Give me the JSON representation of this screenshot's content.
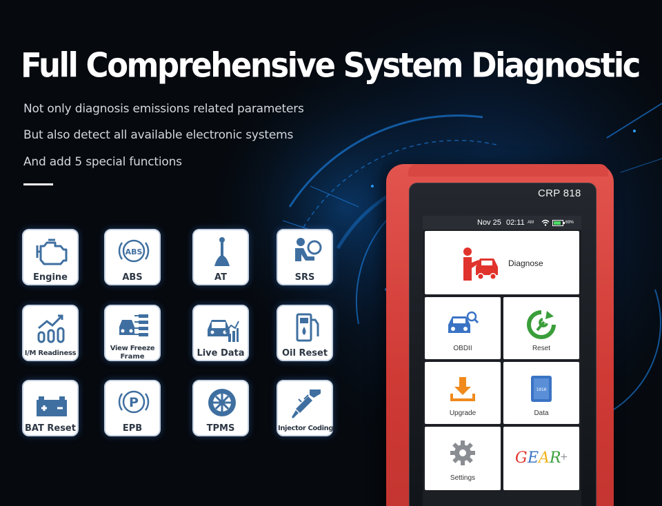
{
  "headline": "Full Comprehensive System Diagnostic",
  "subtitle_lines": [
    "Not only diagnosis emissions related parameters",
    "But also detect all available electronic systems",
    "And add 5 special functions"
  ],
  "function_tiles": [
    {
      "label": "Engine",
      "icon": "engine-icon"
    },
    {
      "label": "ABS",
      "icon": "abs-icon"
    },
    {
      "label": "AT",
      "icon": "gear-shifter-icon"
    },
    {
      "label": "SRS",
      "icon": "airbag-icon"
    },
    {
      "label": "I/M Readiness",
      "icon": "readiness-chart-icon"
    },
    {
      "label": "View Freeze Frame",
      "label_lines": [
        "View Freeze",
        "Frame"
      ],
      "icon": "freeze-frame-icon"
    },
    {
      "label": "Live Data",
      "icon": "car-data-icon"
    },
    {
      "label": "Oil Reset",
      "icon": "oil-pump-icon"
    },
    {
      "label": "BAT Reset",
      "icon": "battery-icon"
    },
    {
      "label": "EPB",
      "icon": "parking-brake-icon"
    },
    {
      "label": "TPMS",
      "icon": "tire-icon"
    },
    {
      "label": "Injector Coding",
      "icon": "injector-icon"
    }
  ],
  "device": {
    "model": "CRP 818",
    "status_bar": {
      "date": "Nov 25",
      "time": "02:11",
      "ampm": "AM",
      "battery": "69%"
    },
    "menu": [
      {
        "label": "Diagnose",
        "icon": "mechanic-car-icon"
      },
      {
        "label": "OBDII",
        "icon": "obd-car-search-icon"
      },
      {
        "label": "Reset",
        "icon": "wrench-refresh-icon"
      },
      {
        "label": "Upgrade",
        "icon": "download-icon"
      },
      {
        "label": "Data",
        "icon": "data-file-icon"
      },
      {
        "label": "Settings",
        "icon": "settings-gear-icon"
      },
      {
        "label": "GEAR+",
        "icon": "gear-plus-logo"
      }
    ]
  },
  "colors": {
    "background": "#06090e",
    "device_red": "#d84742",
    "tile_icon_blue": "#3f6fa0",
    "diagnose_red": "#e0332c",
    "reset_green": "#3a9e3a",
    "upgrade_orange": "#f08a1c",
    "data_blue": "#3a73c4",
    "glow_blue": "#1e8fff"
  }
}
